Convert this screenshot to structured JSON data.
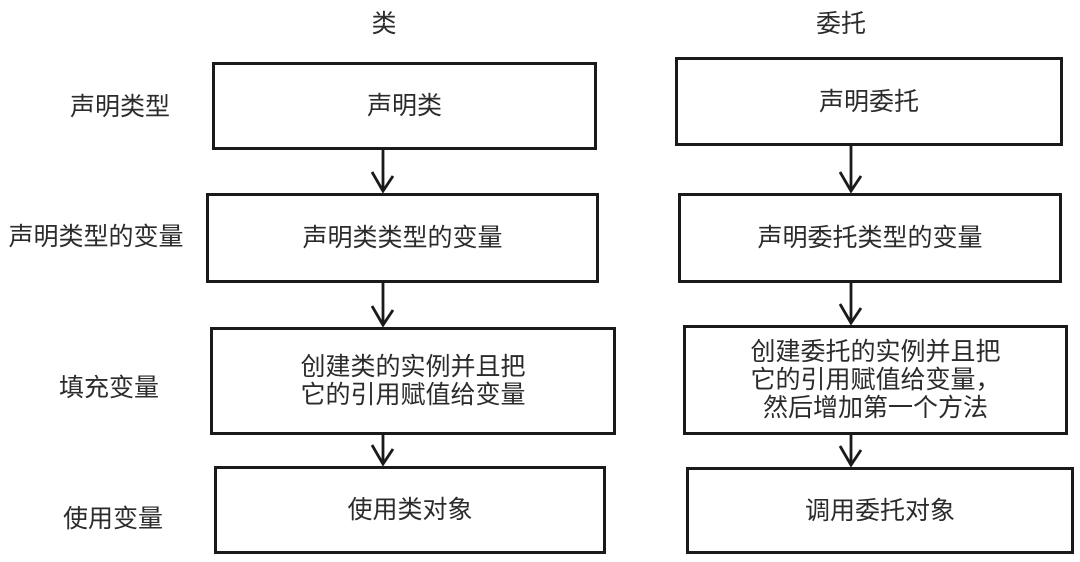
{
  "colors": {
    "background": "#ffffff",
    "stroke": "#1a1a1a",
    "text": "#2b2b2b"
  },
  "diagram": {
    "type": "flowchart-comparison",
    "row_labels": [
      "声明类型",
      "声明类型的变量",
      "填充变量",
      "使用变量"
    ],
    "class_column": {
      "header": "类",
      "steps": [
        "声明类",
        "声明类类型的变量",
        "创建类的实例并且把\n它的引用赋值给变量",
        "使用类对象"
      ]
    },
    "delegate_column": {
      "header": "委托",
      "steps": [
        "声明委托",
        "声明委托类型的变量",
        "创建委托的实例并且把\n它的引用赋值给变量，\n然后增加第一个方法",
        "调用委托对象"
      ]
    },
    "connector_style": "open-arrow-down"
  }
}
